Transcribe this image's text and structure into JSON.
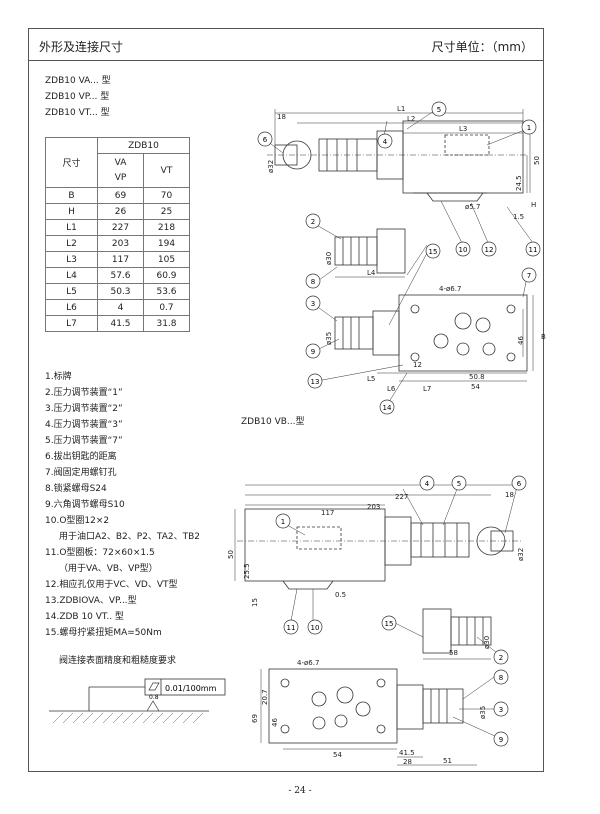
{
  "header": {
    "title": "外形及连接尺寸",
    "unit": "尺寸单位：（mm）"
  },
  "models": [
    "ZDB10 VA... 型",
    "ZDB10 VP... 型",
    "ZDB10 VT... 型"
  ],
  "table": {
    "title": "ZDB10",
    "dim_label": "尺寸",
    "col_va_vp_line1": "VA",
    "col_va_vp_line2": "VP",
    "col_vt": "VT",
    "rows": [
      {
        "name": "B",
        "va": "69",
        "vt": "70"
      },
      {
        "name": "H",
        "va": "26",
        "vt": "25"
      },
      {
        "name": "L1",
        "va": "227",
        "vt": "218"
      },
      {
        "name": "L2",
        "va": "203",
        "vt": "194"
      },
      {
        "name": "L3",
        "va": "117",
        "vt": "105"
      },
      {
        "name": "L4",
        "va": "57.6",
        "vt": "60.9"
      },
      {
        "name": "L5",
        "va": "50.3",
        "vt": "53.6"
      },
      {
        "name": "L6",
        "va": "4",
        "vt": "0.7"
      },
      {
        "name": "L7",
        "va": "41.5",
        "vt": "31.8"
      }
    ]
  },
  "legend": [
    "1.标牌",
    "2.压力调节装置“1”",
    "3.压力调节装置“2”",
    "4.压力调节装置“3”",
    "5.压力调节装置“7”",
    "6.拔出钥匙的距离",
    "7.阀固定用螺钉孔",
    "8.锁紧螺母S24",
    "9.六角调节螺母S10",
    "10.O型圈12×2",
    "用于油口A2、B2、P2、TA2、TB2",
    "11.O型圈板：72×60×1.5",
    "（用于VA、VB、VP型）",
    "12.相应孔仅用于VC、VD、VT型",
    "13.ZDBIOVA、VP...型",
    "14.ZDB 10 VT.. 型",
    "15.螺母拧紧扭矩MA=50Nm"
  ],
  "roughness": {
    "title": "阀连接表面精度和粗糙度要求",
    "flatness": "0.01/100mm",
    "ra": "0.8"
  },
  "drawing1": {
    "dims": {
      "l1": "L1",
      "l2": "L2",
      "l3": "L3",
      "l4": "L4",
      "l5": "L5",
      "l6": "L6",
      "l7": "L7",
      "d18": "18",
      "d32": "ø32",
      "d30": "ø30",
      "d35": "ø35",
      "d24_5": "24.5",
      "d50": "50",
      "h": "H",
      "d5_7": "ø5.7",
      "d1_5": "1.5",
      "holes": "4-ø6.7",
      "d46": "46",
      "b": "B",
      "d50_8": "50.8",
      "d54": "54",
      "d12": "12"
    },
    "callouts": [
      "1",
      "2",
      "3",
      "4",
      "5",
      "6",
      "7",
      "8",
      "9",
      "10",
      "11",
      "12",
      "13",
      "14",
      "15"
    ]
  },
  "drawing2": {
    "caption": "ZDB10  VB...型",
    "dims": {
      "d227": "227",
      "d203": "203",
      "d117": "117",
      "d18": "18",
      "d50": "50",
      "d25_5": "25.5",
      "d32": "ø32",
      "d15": "15",
      "d0_5": "0.5",
      "d30": "ø30",
      "d58": "58",
      "holes": "4-ø6.7",
      "d69": "69",
      "d20_7": "20.7",
      "d46": "46",
      "d35": "ø35",
      "d54": "54",
      "d41_5": "41.5",
      "d28": "28",
      "d51": "51"
    },
    "callouts": [
      "1",
      "4",
      "5",
      "6",
      "11",
      "10",
      "15",
      "2",
      "8",
      "3",
      "9"
    ]
  },
  "page_number": "- 24 -"
}
